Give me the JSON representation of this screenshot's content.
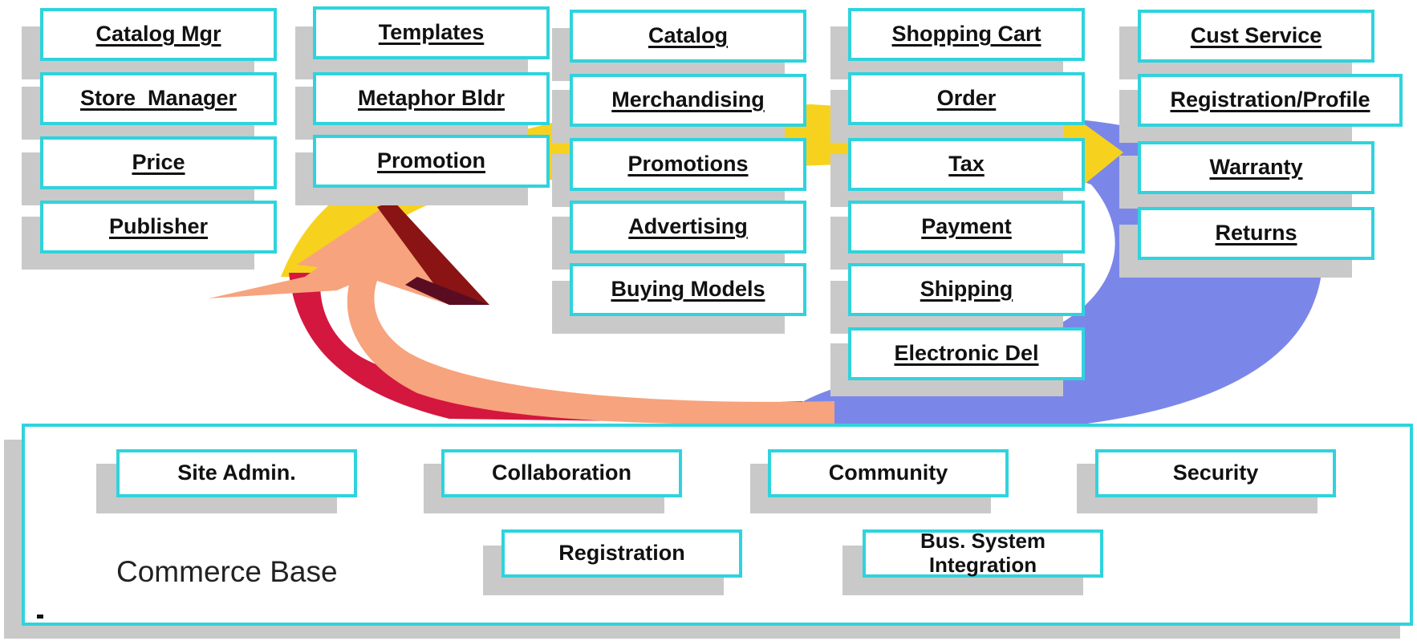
{
  "colors": {
    "box_border": "#2fd3dd",
    "shadow": "#c9c9c9",
    "arrow_salmon": "#f7a37d",
    "arrow_red": "#d4173f",
    "arrow_dark": "#8a1414",
    "arrow_yellow": "#f6d21f",
    "arrow_blue": "#7b87e8"
  },
  "columns": [
    {
      "id": "col-1",
      "items": [
        "Catalog Mgr",
        "Store  Manager",
        "Price",
        "Publisher"
      ]
    },
    {
      "id": "col-2",
      "items": [
        "Templates",
        "Metaphor Bldr",
        "Promotion"
      ]
    },
    {
      "id": "col-3",
      "items": [
        "Catalog",
        "Merchandising",
        "Promotions",
        "Advertising",
        "Buying Models"
      ]
    },
    {
      "id": "col-4",
      "items": [
        "Shopping Cart",
        "Order",
        "Tax",
        "Payment",
        "Shipping",
        "Electronic Del"
      ]
    },
    {
      "id": "col-5",
      "items": [
        "Cust Service",
        "Registration/Profile",
        "Warranty",
        "Returns"
      ]
    }
  ],
  "base": {
    "label": "Commerce Base",
    "dash": "-",
    "row1": [
      "Site Admin.",
      "Collaboration",
      "Community",
      "Security"
    ],
    "row2": [
      "Registration",
      "Bus. System Integration"
    ]
  }
}
